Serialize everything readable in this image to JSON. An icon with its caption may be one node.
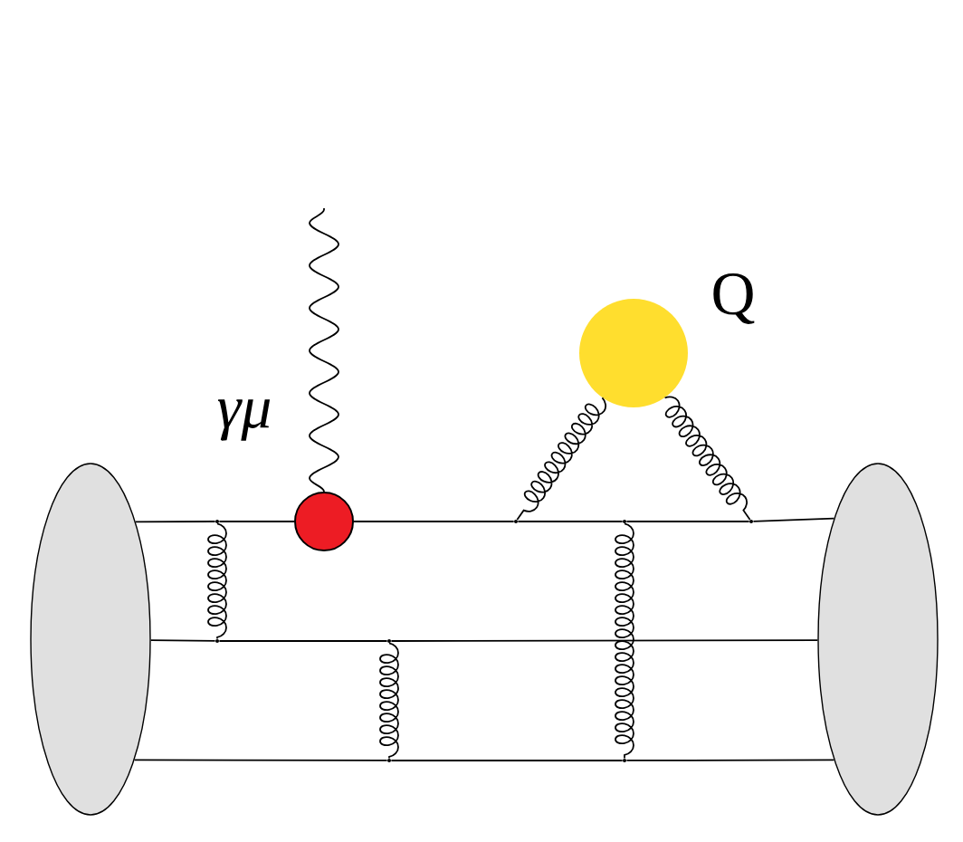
{
  "diagram": {
    "nodes": [
      {
        "text": [],
        "shape": "ellipse"
      },
      {
        "text": [],
        "shape": "ellipse"
      },
      {
        "text": [],
        "shape": "circle"
      },
      {
        "text": [],
        "shape": "circle",
        "beside": [
          "Q"
        ]
      },
      {
        "text": [],
        "shape": "dot"
      },
      {
        "text": [],
        "shape": "dot"
      },
      {
        "text": [],
        "shape": "dot"
      },
      {
        "text": [],
        "shape": "dot"
      },
      {
        "text": [],
        "shape": "dot"
      },
      {
        "text": [],
        "shape": "dot"
      },
      {
        "text": [],
        "shape": "dot"
      },
      {
        "text": [],
        "shape": "dot"
      }
    ],
    "edges": [
      {
        "from": 0,
        "to": 4,
        "arrow": "none"
      },
      {
        "from": 4,
        "to": 2,
        "arrow": "none"
      },
      {
        "from": 2,
        "to": 5,
        "arrow": "none"
      },
      {
        "from": 5,
        "to": 6,
        "arrow": "none"
      },
      {
        "from": 6,
        "to": 7,
        "arrow": "none"
      },
      {
        "from": 7,
        "to": 1,
        "arrow": "none"
      },
      {
        "from": 0,
        "to": 8,
        "arrow": "none"
      },
      {
        "from": 8,
        "to": 9,
        "arrow": "none"
      },
      {
        "from": 9,
        "to": 1,
        "arrow": "none"
      },
      {
        "from": 0,
        "to": 10,
        "arrow": "none"
      },
      {
        "from": 10,
        "to": 11,
        "arrow": "none"
      },
      {
        "from": 11,
        "to": 1,
        "arrow": "none"
      },
      {
        "from": 2,
        "to": null,
        "arrow": "none",
        "label": "γμ"
      },
      {
        "from": 3,
        "to": 5,
        "arrow": "none"
      },
      {
        "from": 3,
        "to": 7,
        "arrow": "none"
      },
      {
        "from": 4,
        "to": 8,
        "arrow": "none"
      },
      {
        "from": 9,
        "to": 10,
        "arrow": "none"
      },
      {
        "from": 6,
        "to": 11,
        "arrow": "none"
      }
    ]
  }
}
